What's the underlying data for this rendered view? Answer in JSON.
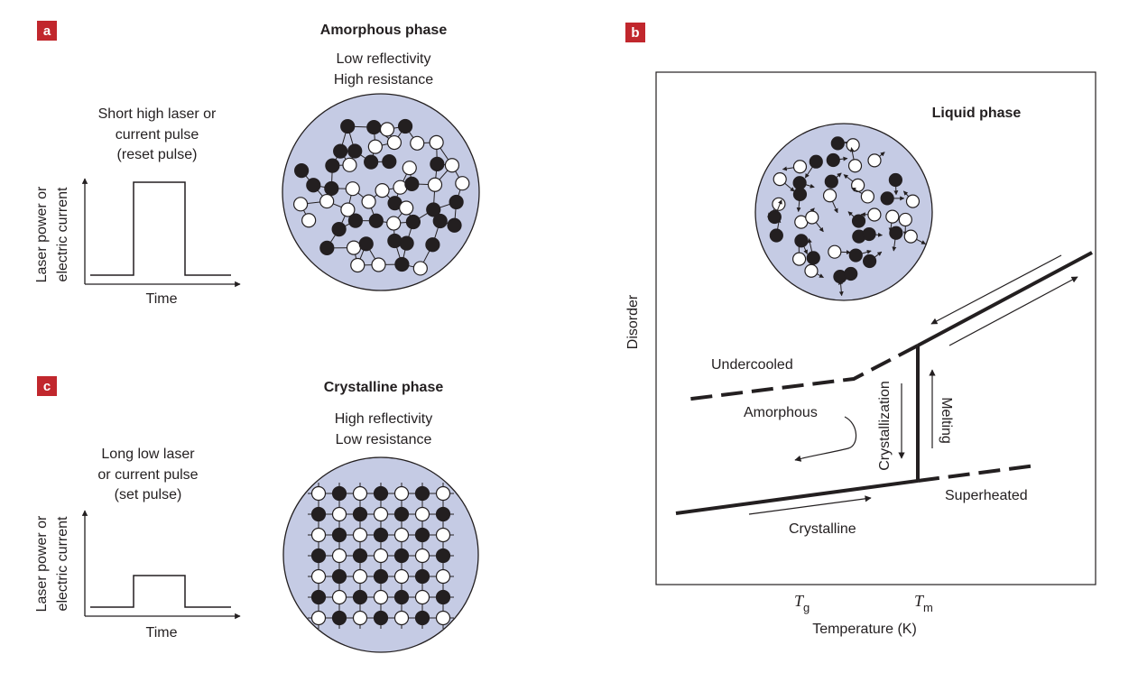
{
  "panels": {
    "a": {
      "letter": "a",
      "pulse_caption": [
        "Short high laser or",
        "current pulse",
        "(reset pulse)"
      ],
      "y_axis": [
        "Laser power or",
        "electric current"
      ],
      "x_axis": "Time",
      "phase_title": "Amorphous phase",
      "properties": [
        "Low reflectivity",
        "High resistance"
      ]
    },
    "b": {
      "letter": "b",
      "liquid_label": "Liquid phase",
      "y_axis": "Disorder",
      "x_axis": "Temperature (K)",
      "tg_main": "T",
      "tg_sub": "g",
      "tm_main": "T",
      "tm_sub": "m",
      "undercooled": "Undercooled",
      "amorphous": "Amorphous",
      "crystallization": "Crystallization",
      "melting": "Melting",
      "superheated": "Superheated",
      "crystalline": "Crystalline"
    },
    "c": {
      "letter": "c",
      "pulse_caption": [
        "Long low laser",
        "or current pulse",
        "(set pulse)"
      ],
      "y_axis": [
        "Laser power or",
        "electric current"
      ],
      "x_axis": "Time",
      "phase_title": "Crystalline phase",
      "properties": [
        "High reflectivity",
        "Low resistance"
      ]
    }
  },
  "colors": {
    "circle_fill": "#c5cbe4",
    "panel_tag": "#c1272d",
    "dark_atom": "#231f20",
    "line": "#231f20"
  }
}
